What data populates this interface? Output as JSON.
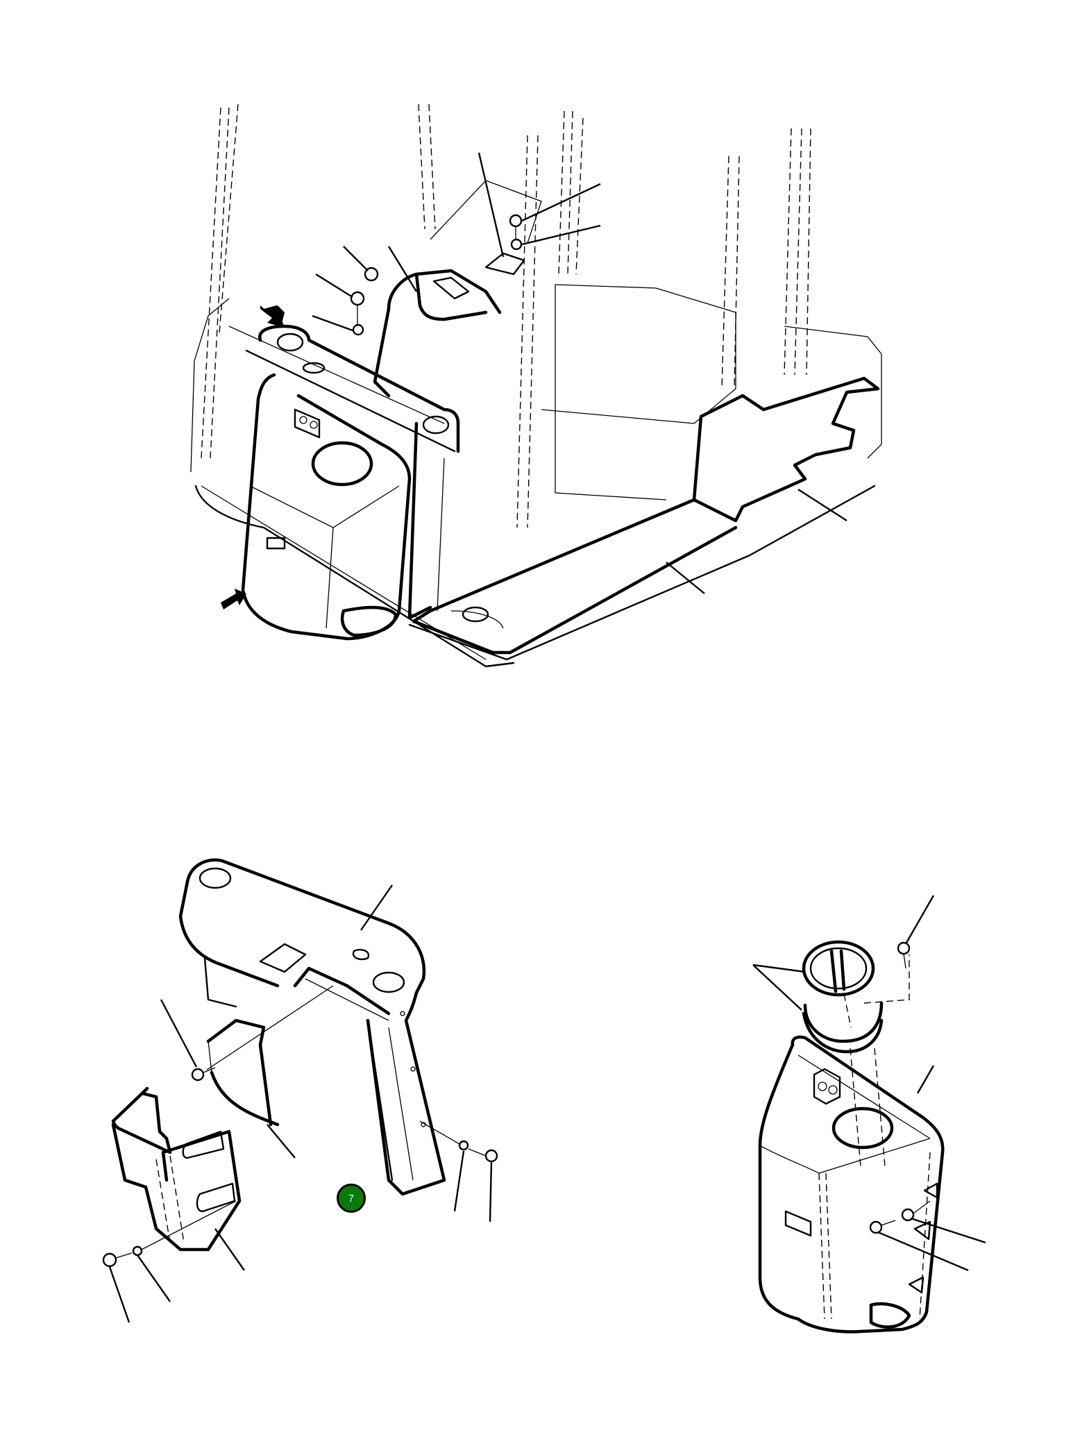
{
  "diagram": {
    "type": "exploded-parts-illustration",
    "background": "#ffffff",
    "line_color": "#000000",
    "views": [
      {
        "name": "truck-assembly-overview",
        "position": "top"
      },
      {
        "name": "dashboard-frame-exploded",
        "position": "bottom-left"
      },
      {
        "name": "front-cover-exploded",
        "position": "bottom-right"
      }
    ],
    "arrows": [
      {
        "name": "upper-arrow",
        "points_to": "dashboard top-left"
      },
      {
        "name": "lower-arrow",
        "points_to": "front cover bottom-left"
      }
    ]
  },
  "callout_badge": {
    "label": "7",
    "color": "#0a7a0a",
    "text_color": "#e8f5e8"
  }
}
